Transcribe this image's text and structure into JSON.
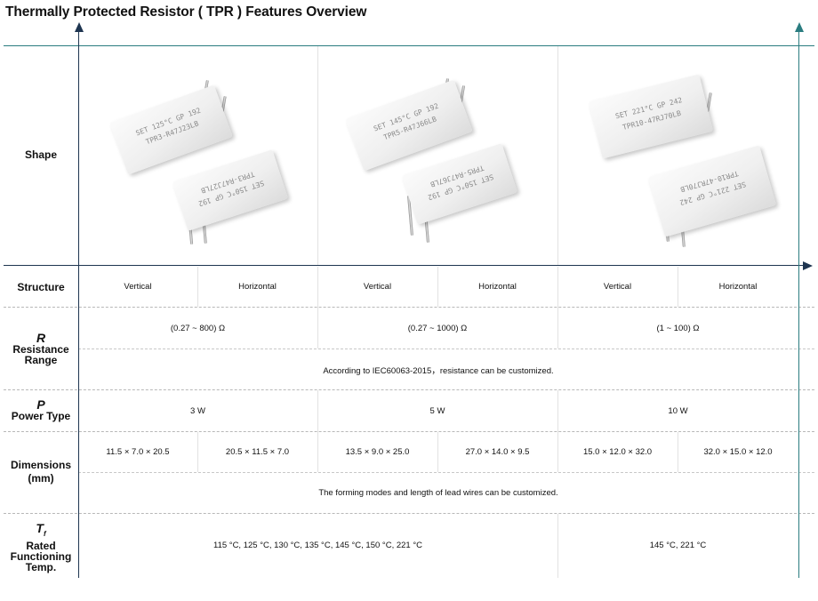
{
  "title": "Thermally Protected Resistor ( TPR ) Features Overview",
  "rows": {
    "shape": {
      "label": "Shape"
    },
    "structure": {
      "label": "Structure",
      "values": [
        "Vertical",
        "Horizontal",
        "Vertical",
        "Horizontal",
        "Vertical",
        "Horizontal"
      ]
    },
    "resistance": {
      "symbol": "R",
      "label1": "Resistance",
      "label2": "Range",
      "values": [
        "(0.27 ~ 800) Ω",
        "(0.27 ~ 1000) Ω",
        "(1 ~ 100) Ω"
      ],
      "note": "According to IEC60063-2015，resistance can be customized."
    },
    "power": {
      "symbol": "P",
      "label": "Power Type",
      "values": [
        "3 W",
        "5 W",
        "10 W"
      ]
    },
    "dimensions": {
      "label1": "Dimensions",
      "label2": "(mm)",
      "values": [
        "11.5 × 7.0 × 20.5",
        "20.5 × 11.5 × 7.0",
        "13.5 × 9.0 × 25.0",
        "27.0 × 14.0 × 9.5",
        "15.0 × 12.0 × 32.0",
        "32.0 × 15.0 × 12.0"
      ],
      "note": "The forming modes and length of lead wires can be customized."
    },
    "temp": {
      "symbol": "T",
      "symbol_sub": "f",
      "label1": "Rated",
      "label2": "Functioning",
      "label3": "Temp.",
      "values": [
        "115 °C, 125 °C, 130 °C, 135 °C, 145 °C, 150 °C, 221 °C",
        "145 °C, 221 °C"
      ]
    }
  },
  "products": [
    {
      "vertical_marking": [
        "SET 125°C GP 192",
        "TPR3-R47J23LB"
      ],
      "horizontal_marking": [
        "TPR3-R47J27LB",
        "SET 150°C GP 192"
      ]
    },
    {
      "vertical_marking": [
        "SET 145°C GP 192",
        "TPR5-R47J66LB"
      ],
      "horizontal_marking": [
        "TPR5-R47J67LB",
        "SET 150°C GP 192"
      ]
    },
    {
      "vertical_marking": [
        "SET 221°C GP 242",
        "TPR10-47RJ70LB"
      ],
      "horizontal_marking": [
        "TPR10-47RJ70LB",
        "SET 221°C GP 242"
      ]
    }
  ],
  "colors": {
    "axis_navy": "#1e3550",
    "axis_teal": "#2a7c80",
    "grid_dash": "#b8b8b8"
  }
}
